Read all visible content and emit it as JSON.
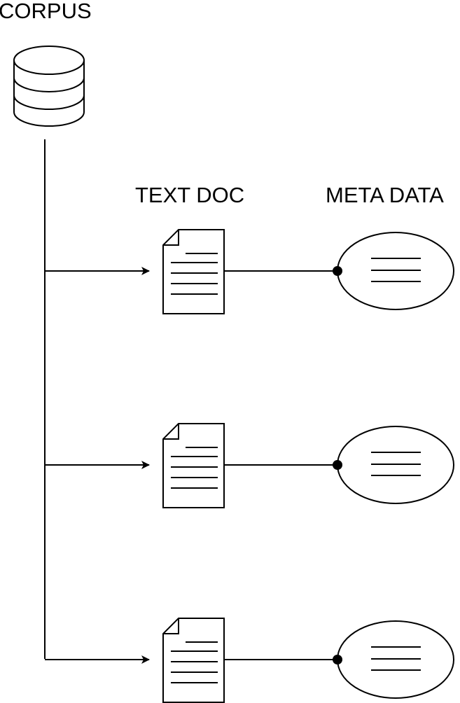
{
  "labels": {
    "corpus": "CORPUS",
    "text_doc": "TEXT DOC",
    "meta_data": "META DATA"
  },
  "rows": [
    {
      "document_icon": "document-icon",
      "metadata_icon": "metadata-ellipse-icon"
    },
    {
      "document_icon": "document-icon",
      "metadata_icon": "metadata-ellipse-icon"
    },
    {
      "document_icon": "document-icon",
      "metadata_icon": "metadata-ellipse-icon"
    }
  ],
  "icons": {
    "corpus": "database-icon"
  },
  "colors": {
    "line": "#000000",
    "fill": "#ffffff"
  }
}
